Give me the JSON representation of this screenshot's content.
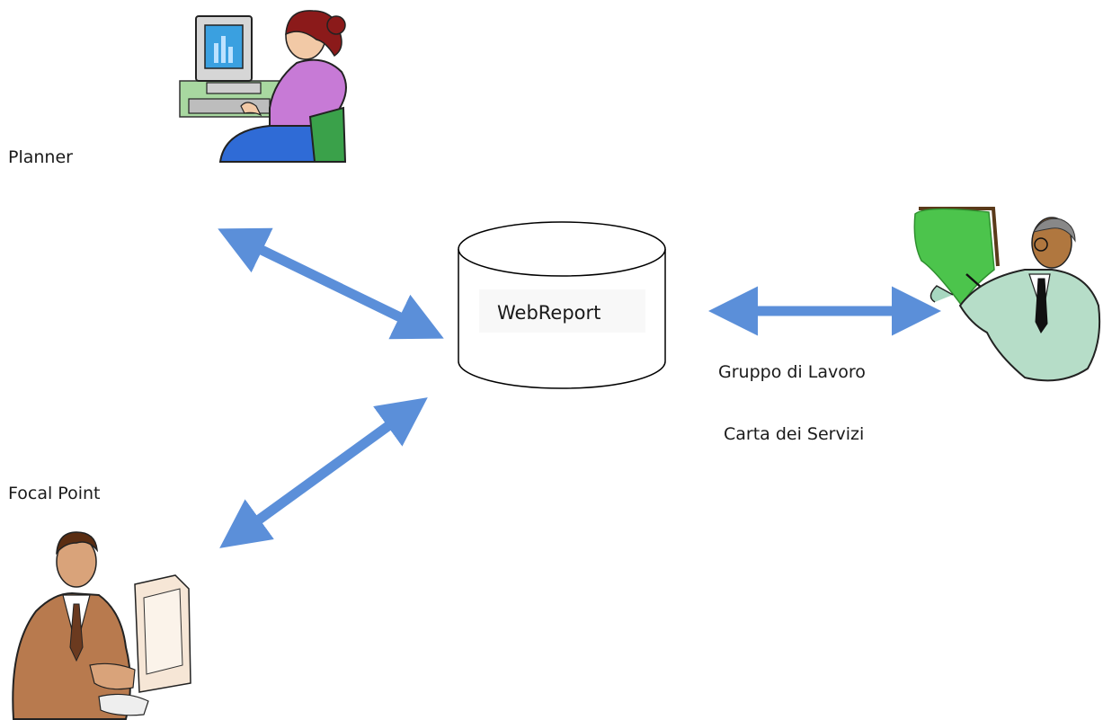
{
  "diagram": {
    "actors": {
      "planner": "Planner",
      "focal_point": "Focal Point",
      "group": [
        "Gruppo di Lavoro",
        "Carta dei Servizi"
      ]
    },
    "system": "WebReport",
    "connection_style": "bidirectional",
    "colors": {
      "arrow": "#5b8fd9",
      "database_stroke": "#000000",
      "database_fill": "#ffffff"
    },
    "icons": [
      "woman-at-computer-icon",
      "man-at-computer-icon",
      "presenter-at-board-icon",
      "database-icon"
    ]
  }
}
